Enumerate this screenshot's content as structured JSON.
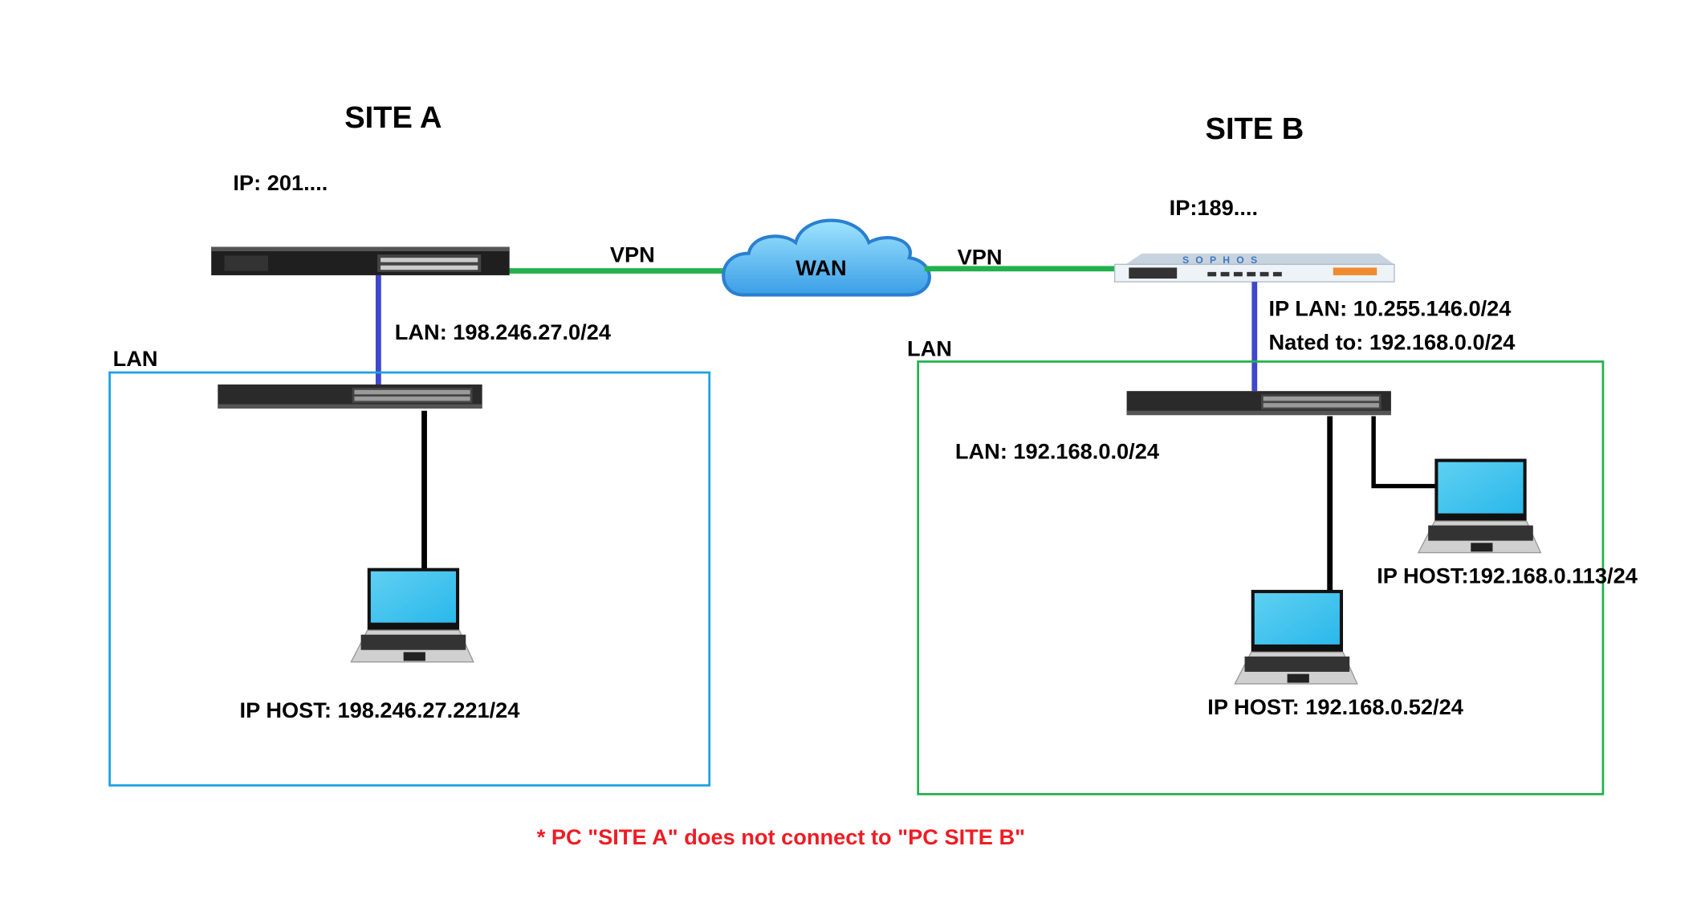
{
  "site_a": {
    "title": "SITE A",
    "ip": "IP: 201....",
    "vpn_label": "VPN",
    "lan_subnet": "LAN: 198.246.27.0/24",
    "lan_label": "LAN",
    "host": "IP HOST: 198.246.27.221/24"
  },
  "wan": {
    "label": "WAN"
  },
  "site_b": {
    "title": "SITE B",
    "ip": "IP:189....",
    "vpn_label": "VPN",
    "ip_lan": "IP LAN: 10.255.146.0/24",
    "nated": "Nated to: 192.168.0.0/24",
    "lan_label": "LAN",
    "lan_subnet": "LAN: 192.168.0.0/24",
    "host_1": "IP HOST: 192.168.0.52/24",
    "host_2": "IP HOST:192.168.0.113/24",
    "firewall_brand": "SOPHOS"
  },
  "note": "* PC \"SITE A\" does not connect to \"PC SITE B\"",
  "colors": {
    "vpn_line": "#22b14c",
    "uplink_line": "#3f48cc",
    "site_a_box": "#1ba1e2",
    "site_b_box": "#22b14c",
    "note": "#ee1c24",
    "laptop_screen": "#35c3ef"
  }
}
